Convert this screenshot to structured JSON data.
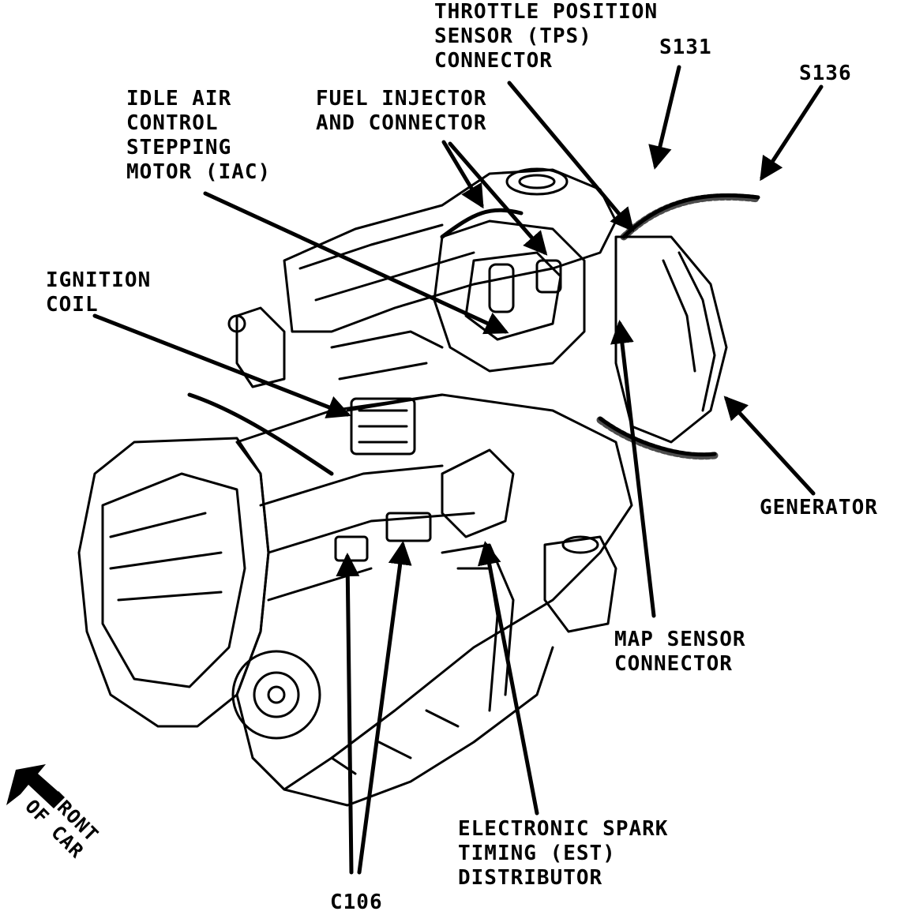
{
  "labels": {
    "tps": [
      "THROTTLE POSITION",
      "SENSOR (TPS)",
      "CONNECTOR"
    ],
    "s131": "S131",
    "s136": "S136",
    "iac": [
      "IDLE AIR",
      "CONTROL",
      "STEPPING",
      "MOTOR (IAC)"
    ],
    "injector": [
      "FUEL INJECTOR",
      "AND CONNECTOR"
    ],
    "coil": [
      "IGNITION",
      "COIL"
    ],
    "generator": "GENERATOR",
    "map": [
      "MAP SENSOR",
      "CONNECTOR"
    ],
    "est": [
      "ELECTRONIC SPARK",
      "TIMING (EST)",
      "DISTRIBUTOR"
    ],
    "c106": "C106",
    "front": [
      "FRONT",
      "OF CAR"
    ]
  },
  "colors": {
    "ink": "#000000",
    "paper": "#ffffff"
  }
}
